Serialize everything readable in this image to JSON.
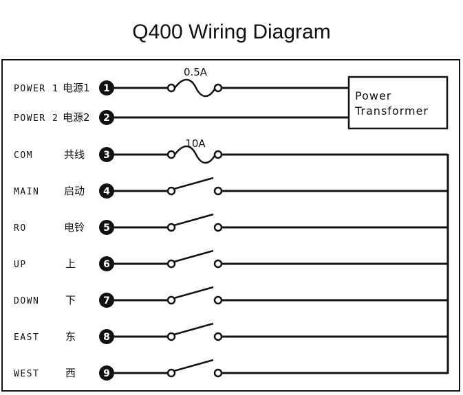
{
  "title": "Q400 Wiring Diagram",
  "terminals": [
    {
      "num": "1",
      "name": "POWER 1",
      "cn": "电源1"
    },
    {
      "num": "2",
      "name": "POWER 2",
      "cn": "电源2"
    },
    {
      "num": "3",
      "name": "COM",
      "cn": "共线"
    },
    {
      "num": "4",
      "name": "MAIN",
      "cn": "启动"
    },
    {
      "num": "5",
      "name": "RO",
      "cn": "电铃"
    },
    {
      "num": "6",
      "name": "UP",
      "cn": "上"
    },
    {
      "num": "7",
      "name": "DOWN",
      "cn": "下"
    },
    {
      "num": "8",
      "name": "EAST",
      "cn": "东"
    },
    {
      "num": "9",
      "name": "WEST",
      "cn": "西"
    }
  ],
  "fuses": {
    "power": "0.5A",
    "com": "10A"
  },
  "transformer": {
    "line1": "Power",
    "line2": "Transformer"
  }
}
